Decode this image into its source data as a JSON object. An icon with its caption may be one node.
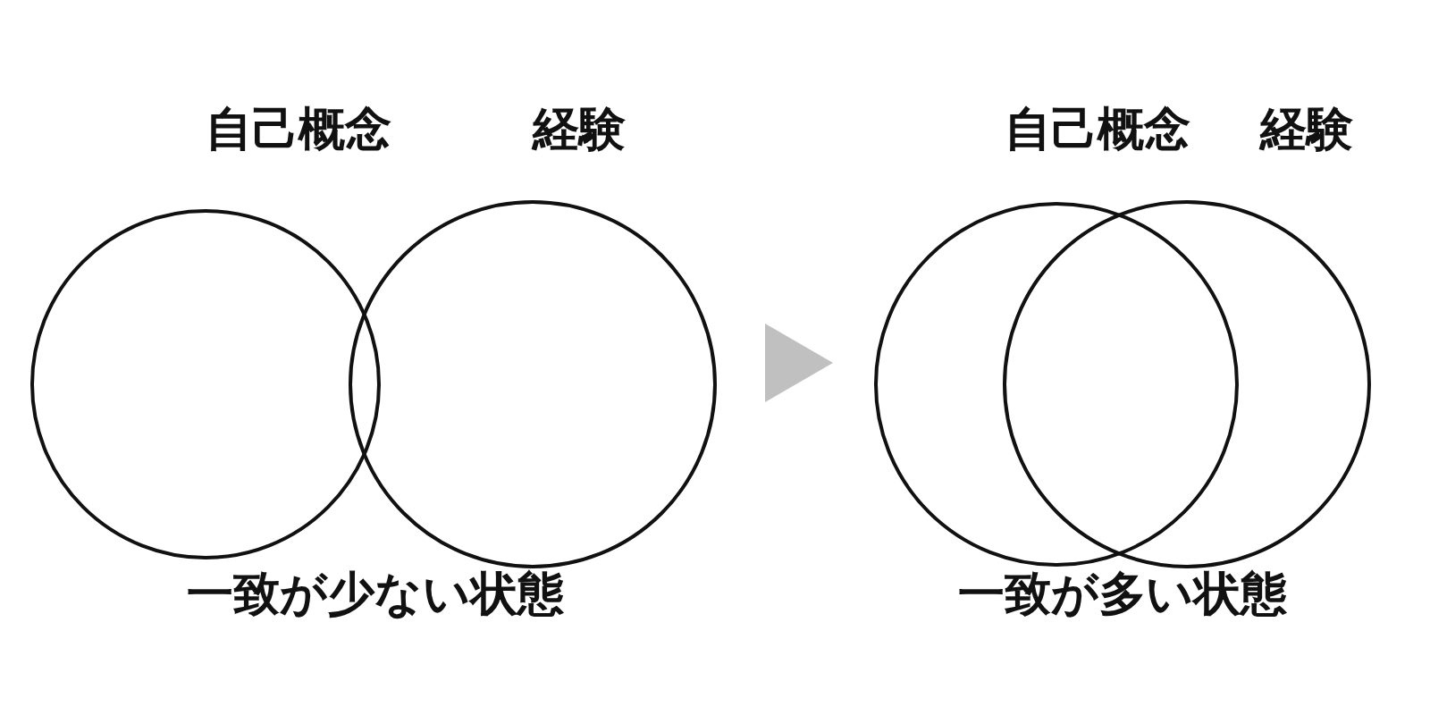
{
  "diagram": {
    "nodes": [
      {
        "text": [
          "自己概念"
        ]
      },
      {
        "text": [
          "経験"
        ]
      },
      {
        "text": [
          "自己概念"
        ]
      },
      {
        "text": [
          "経験"
        ]
      }
    ],
    "edges": [
      {
        "from": 1,
        "to": 2,
        "arrow": "to",
        "color": "#c0c0c0"
      }
    ],
    "labels": [
      "一致が少ない状態",
      "一致が多い状態"
    ]
  }
}
